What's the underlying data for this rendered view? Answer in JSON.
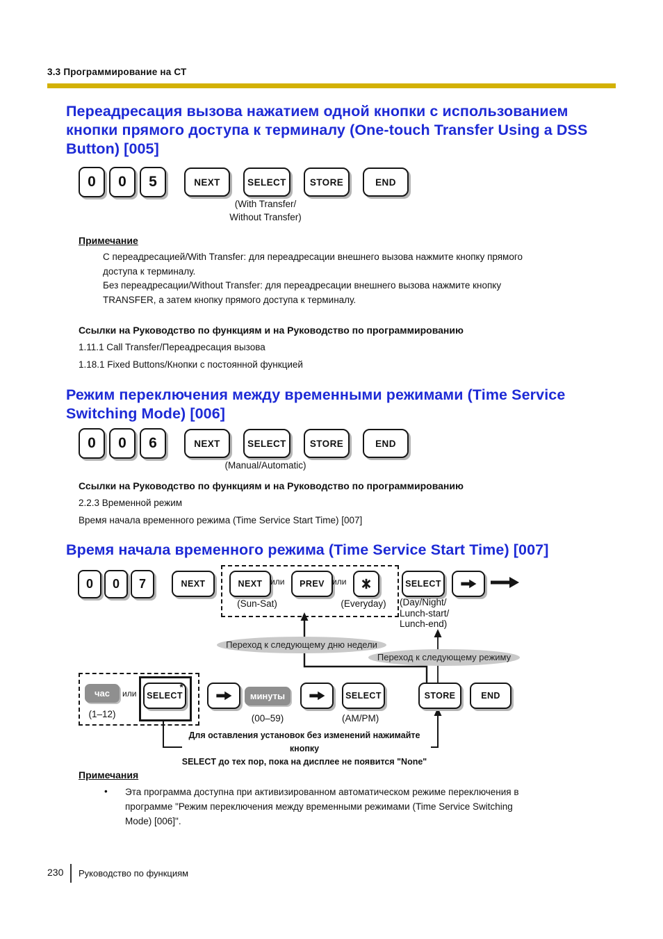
{
  "page": {
    "header": "3.3 Программирование на СТ",
    "footer": {
      "page_number": "230",
      "text": "Руководство по функциям"
    }
  },
  "colors": {
    "accent_blue": "#1d2ad6",
    "rule_gold": "#d3b104",
    "gray_key": "#8f8f8f",
    "ellipse_gray": "#c9c9c9"
  },
  "icons": {
    "arrow_key": "right-arrow-icon",
    "flow_arrow": "right-arrow-icon",
    "star_key": "telephone-star-icon"
  },
  "s005": {
    "title_lines": [
      "Переадресация вызова нажатием одной кнопки с использованием",
      "кнопки прямого доступа к терминалу (One-touch Transfer Using a DSS",
      "Button) [005]"
    ],
    "digits": [
      "0",
      "0",
      "5"
    ],
    "buttons": [
      "NEXT",
      "SELECT",
      "STORE",
      "END"
    ],
    "select_caption_lines": [
      "(With Transfer/",
      "Without Transfer)"
    ],
    "note_heading": "Примечание",
    "note_lines": [
      "С переадресацией/With Transfer: для переадресации внешнего вызова нажмите кнопку прямого",
      "доступа к терминалу.",
      "Без переадресации/Without Transfer: для переадресации внешнего вызова нажмите кнопку",
      "TRANSFER, а затем кнопку прямого доступа к терминалу."
    ],
    "refs_heading": "Ссылки на Руководство по функциям и на Руководство по программированию",
    "refs": [
      "1.11.1 Call Transfer/Переадресация вызова",
      "1.18.1 Fixed Buttons/Кнопки с постоянной функцией"
    ]
  },
  "s006": {
    "title_lines": [
      "Режим переключения между временными режимами (Time Service",
      "Switching Mode) [006]"
    ],
    "digits": [
      "0",
      "0",
      "6"
    ],
    "buttons": [
      "NEXT",
      "SELECT",
      "STORE",
      "END"
    ],
    "select_caption": "(Manual/Automatic)",
    "refs_heading": "Ссылки на Руководство по функциям и на Руководство по программированию",
    "refs": [
      "2.2.3 Временной режим",
      "Время начала временного режима (Time Service Start Time) [007]"
    ]
  },
  "s007": {
    "title": "Время начала временного режима (Time Service Start Time) [007]",
    "digits": [
      "0",
      "0",
      "7"
    ],
    "next_btn": "NEXT",
    "day_box": {
      "next": "NEXT",
      "or1": "или",
      "prev": "PREV",
      "or2": "или",
      "sun_sat": "(Sun-Sat)",
      "everyday": "(Everyday)"
    },
    "select_btn": "SELECT",
    "select_caption_lines": [
      "(Day/Night/",
      "Lunch-start/",
      "Lunch-end)"
    ],
    "ellipse_day": "Переход к следующему дню недели",
    "ellipse_mode": "Переход к следующему режиму",
    "hour_btn": "час",
    "or3": "или",
    "select_star_btn": "SELECT",
    "star_mark": "*",
    "hour_range": "(1–12)",
    "minutes_btn": "минуты",
    "minutes_range": "(00–59)",
    "select2_btn": "SELECT",
    "ampm": "(AM/PM)",
    "store_btn": "STORE",
    "end_btn": "END",
    "keep_note_lines": [
      "Для оставления установок без изменений нажимайте кнопку",
      "SELECT до тех пор, пока на дисплее не появится \"None\""
    ],
    "notes_heading": "Примечания",
    "bullet": "•",
    "note_lines": [
      "Эта программа доступна при активизированном автоматическом режиме переключения в",
      "программе \"Режим переключения между временными режимами (Time Service Switching",
      "Mode) [006]\"."
    ]
  }
}
